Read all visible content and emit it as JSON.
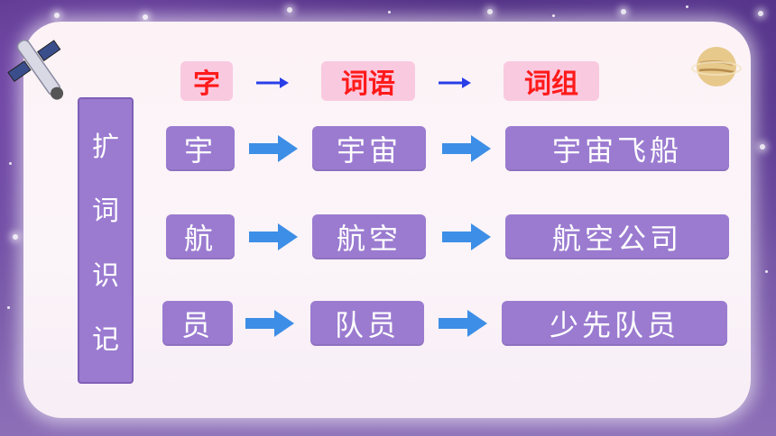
{
  "header": {
    "col1": "字",
    "col2": "词语",
    "col3": "词组"
  },
  "side_label": [
    "扩",
    "词",
    "识",
    "记"
  ],
  "rows": [
    {
      "char": "宇",
      "word": "宇宙",
      "phrase": "宇宙飞船"
    },
    {
      "char": "航",
      "word": "航空",
      "phrase": "航空公司"
    },
    {
      "char": "员",
      "word": "队员",
      "phrase": "少先队员"
    }
  ],
  "colors": {
    "box": "#9b7bd0",
    "header_bg": "#f9c9e0",
    "header_text": "#ff1a1a",
    "small_arrow": "#2a3ee8",
    "big_arrow": "#3d8ee6"
  },
  "icons": [
    "satellite-icon",
    "planet-icon",
    "arrow-right-icon"
  ]
}
